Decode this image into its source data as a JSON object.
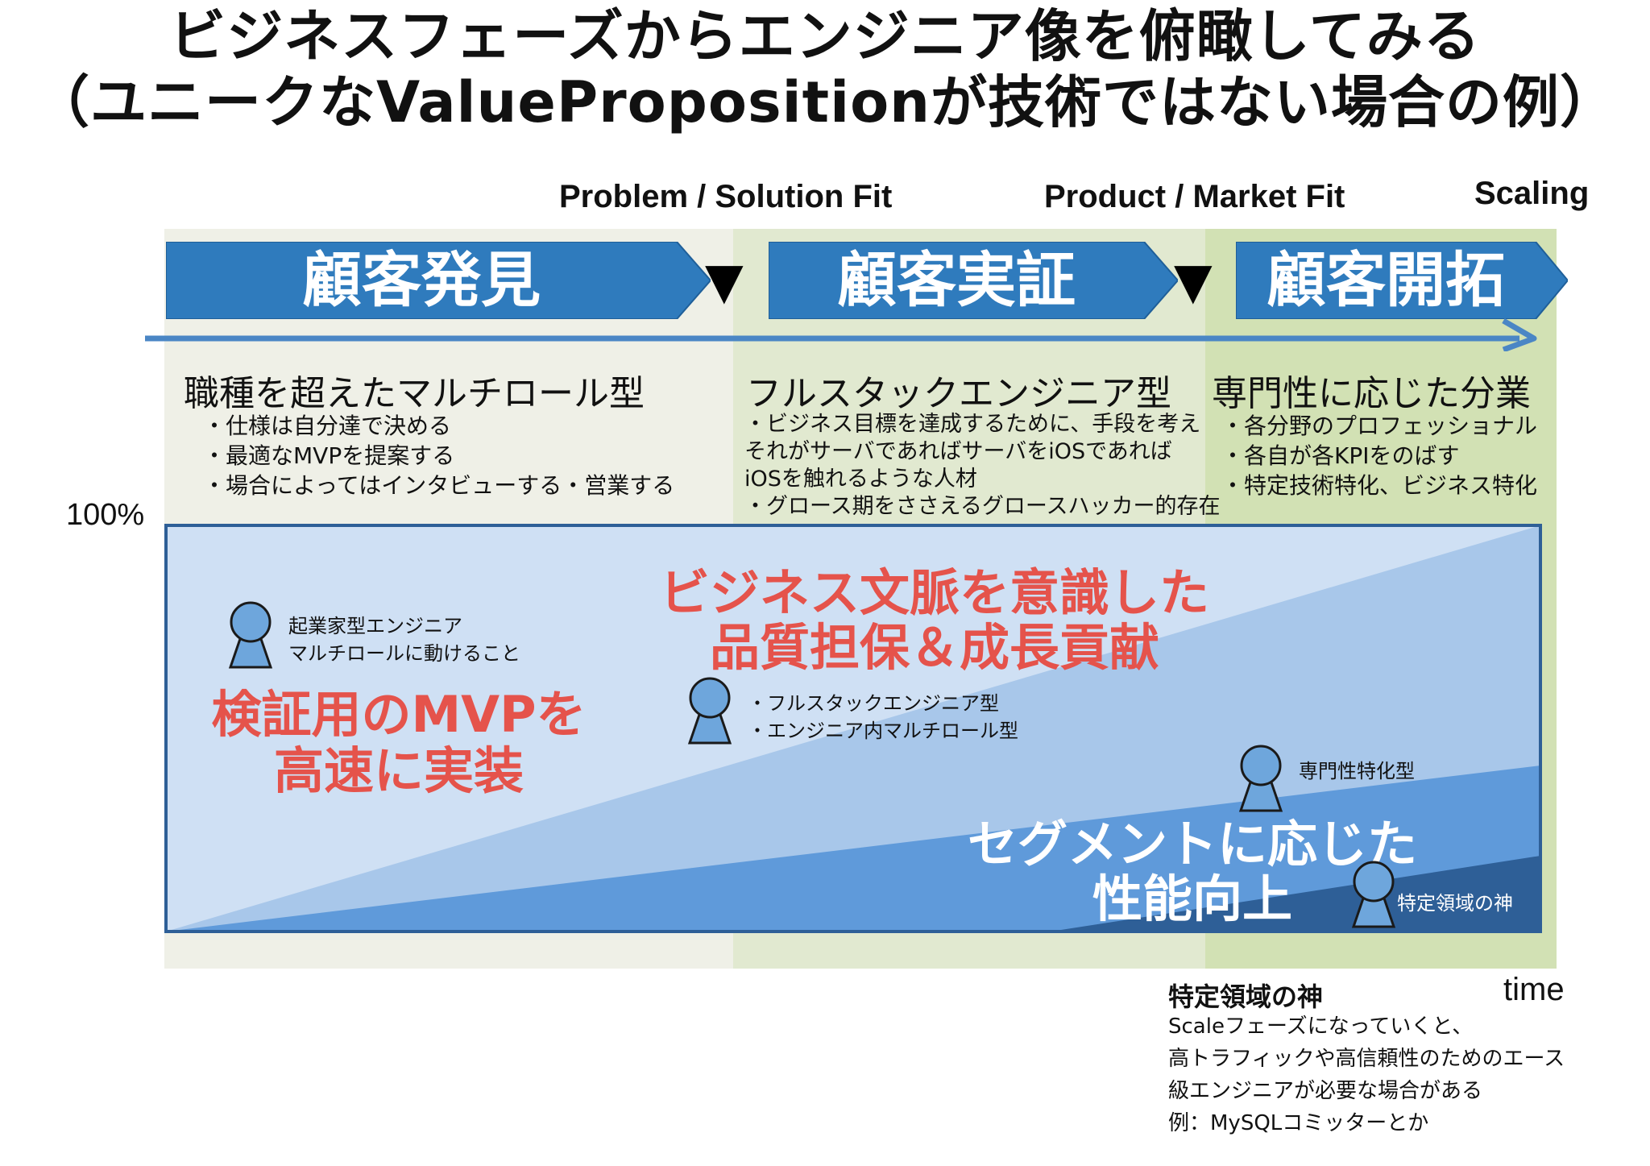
{
  "title": {
    "line1": "ビジネスフェーズからエンジニア像を俯瞰してみる",
    "line2": "（ユニークなValuePropositionが技術ではない場合の例）"
  },
  "phase_labels": {
    "problem_solution": "Problem / Solution Fit",
    "product_market": "Product / Market Fit",
    "scaling": "Scaling"
  },
  "stages": [
    {
      "label": "顧客発見"
    },
    {
      "label": "顧客実証"
    },
    {
      "label": "顧客開拓"
    }
  ],
  "separator_glyph": "▼",
  "columns": [
    {
      "heading": "職種を超えたマルチロール型",
      "bullets": [
        "・仕様は自分達で決める",
        "・最適なMVPを提案する",
        "・場合によってはインタビューする・営業する"
      ]
    },
    {
      "heading": "フルスタックエンジニア型",
      "bullets": [
        "・ビジネス目標を達成するために、手段を考え",
        "それがサーバであればサーバをiOSであれば",
        "iOSを触れるような人材",
        "・グロース期をささえるグロースハッカー的存在"
      ]
    },
    {
      "heading": "専門性に応じた分業",
      "bullets": [
        "・各分野のプロフェッショナル",
        "・各自が各KPIをのばす",
        "・特定技術特化、ビジネス特化"
      ]
    }
  ],
  "axis": {
    "y_top_label": "100%",
    "x_label": "time"
  },
  "persons": [
    {
      "lines": [
        "起業家型エンジニア",
        "マルチロールに動けること"
      ]
    },
    {
      "lines": [
        "・フルスタックエンジニア型",
        "・エンジニア内マルチロール型"
      ]
    },
    {
      "lines": [
        "専門性特化型"
      ]
    },
    {
      "lines": [
        "特定領域の神"
      ]
    }
  ],
  "region_labels": {
    "mvp": [
      "検証用のMVPを",
      "高速に実装"
    ],
    "business": [
      "ビジネス文脈を意識した",
      "品質担保＆成長貢献"
    ],
    "performance": [
      "セグメントに応じた",
      "性能向上"
    ]
  },
  "footnote": {
    "heading": "特定領域の神",
    "lines": [
      "Scaleフェーズになっていくと、",
      "高トラフィックや高信頼性のためのエース",
      "級エンジニアが必要な場合がある",
      "例：MySQLコミッターとか"
    ]
  },
  "colors": {
    "stage_arrow": "#2f7bbd",
    "band1": "#eff0e7",
    "band2": "#e1e9d0",
    "band3": "#d2e1b4",
    "area_light": "#cfe0f4",
    "area_mid": "#a8c7ea",
    "area_strong": "#5f9ada",
    "area_dark": "#2e5f97",
    "accent_red": "#e5534b"
  }
}
